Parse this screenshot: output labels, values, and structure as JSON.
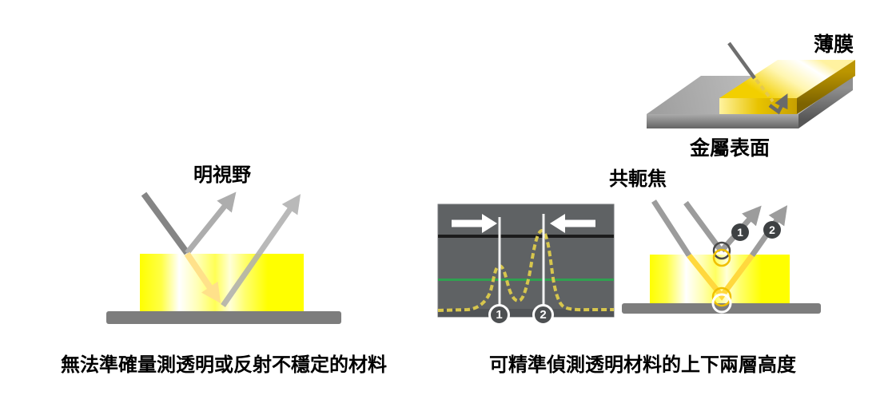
{
  "top_illustration": {
    "film_label": "薄膜",
    "metal_label": "金屬表面"
  },
  "bright_field": {
    "title": "明視野",
    "caption": "無法準確量測透明或反射不穩定的材料"
  },
  "confocal": {
    "title": "共軛焦",
    "caption": "可精準偵測透明材料的上下兩層高度",
    "signal_markers": [
      "1",
      "2"
    ],
    "ray_markers": [
      "1",
      "2"
    ]
  },
  "colors": {
    "material_yellow": "#ffff00",
    "base_gray": "#7d7d7d",
    "incident_ray_gray": "#858585",
    "reflected_ray_gray": "#adadad",
    "confocal_ray_gray": "#9c9c9c",
    "inner_ray_yellow": "#ffd83e",
    "refracted_arrow_yellow": "#ffe18a",
    "panel_background": "#5f6264",
    "panel_black_line": "#1c1c1c",
    "panel_green_line": "#2fa150",
    "signal_curve_yellow": "#d7c64d",
    "marker_circle_fill": "#4d5052"
  },
  "chart_data": {
    "type": "line",
    "description": "Confocal intensity signal inside dark instrument panel: two reflection peaks marked 1 (lower, left) and 2 (higher, right), white measurement arrows pointing to each peak position",
    "x": [
      0.35,
      0.6
    ],
    "values": [
      0.46,
      0.77
    ],
    "point_labels": [
      "1",
      "2"
    ],
    "series": [
      {
        "name": "intensity",
        "style": "dashed yellow curve"
      }
    ],
    "reference_lines": [
      {
        "color": "#1c1c1c",
        "y_fraction_from_top": 0.28
      },
      {
        "color": "#2fa150",
        "y_fraction_from_top": 0.66
      }
    ],
    "grid": false,
    "legend": false
  }
}
